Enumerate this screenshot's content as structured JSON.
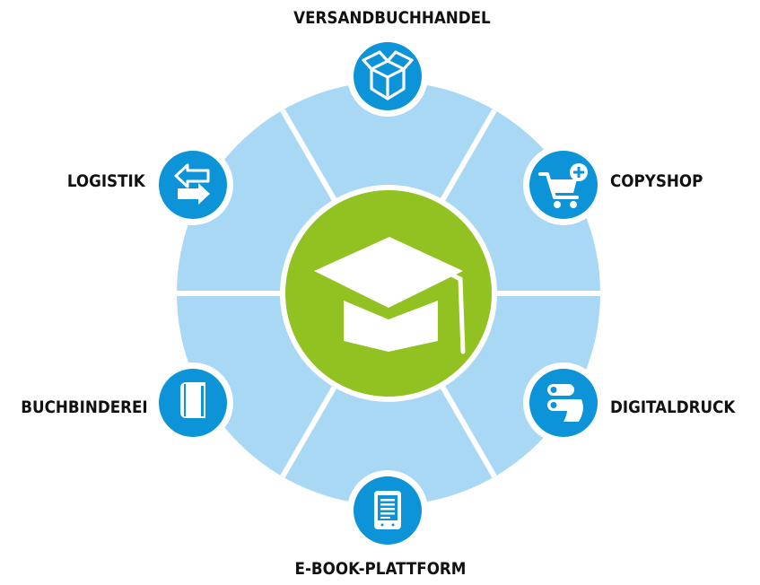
{
  "colors": {
    "ring": "#a8d8f4",
    "separator": "#ffffff",
    "node": "#0c93d8",
    "hub": "#92c122",
    "icon": "#ffffff",
    "text": "#111111"
  },
  "hub": {
    "icon": "graduation-cap-icon"
  },
  "nodes": [
    {
      "id": "versandbuchhandel",
      "label": "VERSANDBUCHHANDEL",
      "icon": "open-box-icon"
    },
    {
      "id": "copyshop",
      "label": "COPYSHOP",
      "icon": "shopping-cart-add-icon"
    },
    {
      "id": "digitaldruck",
      "label": "DIGITALDRUCK",
      "icon": "print-rollers-icon"
    },
    {
      "id": "e-book-plattform",
      "label": "E-BOOK-PLATTFORM",
      "icon": "ereader-icon"
    },
    {
      "id": "buchbinderei",
      "label": "BUCHBINDEREI",
      "icon": "book-icon"
    },
    {
      "id": "logistik",
      "label": "LOGISTIK",
      "icon": "exchange-arrows-icon"
    }
  ]
}
